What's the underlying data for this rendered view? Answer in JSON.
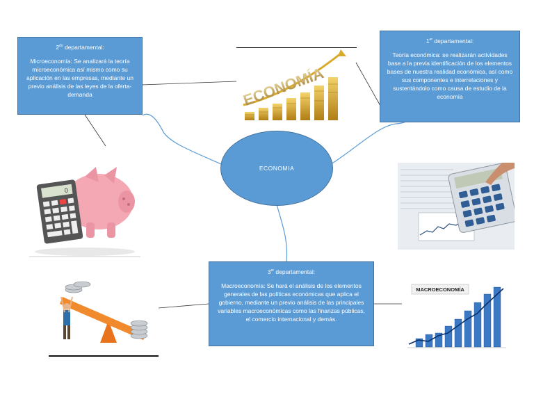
{
  "center": {
    "label": "ECONOMIA"
  },
  "box1": {
    "title_num": "1",
    "title_sup": "er",
    "title_rest": " departamental:",
    "text": "Teoría económica: se realizarán actividades base a la previa identificación de los elementos bases de nuestra realidad económica, así como sus componentes e interrelaciones y sustentándolo como causa de estudio de la economía"
  },
  "box2": {
    "title_num": "2",
    "title_sup": "do",
    "title_rest": " departamental:",
    "text": "Microeconomía: Se analizará la teoría microeconómica así mismo como su aplicación en las empresas, mediante un previo análisis de las leyes de la oferta-demanda"
  },
  "box3": {
    "title_num": "3",
    "title_sup": "er",
    "title_rest": " departamental:",
    "text": "Macroeconomía: Se hará el análisis de los elementos generales de las políticas económicas que aplica el gobierno, mediante un previo análisis de las principales variables macroeconómicas como las finanzas públicas, el comercio internacional y demás."
  },
  "images": {
    "economia_word": "ECONOMÍA",
    "macro_word": "MACROECONOMÍA",
    "calc_display": "0"
  },
  "colors": {
    "box_fill": "#5b9bd5",
    "box_border": "#41719c",
    "connector": "#5b9bd5"
  }
}
